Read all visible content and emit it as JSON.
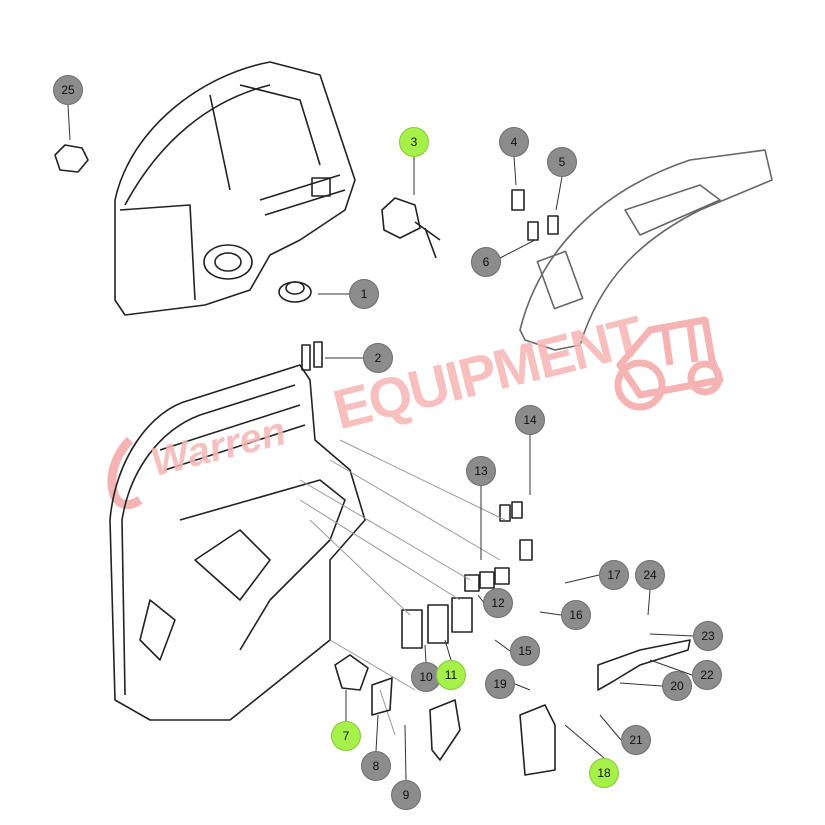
{
  "diagram": {
    "watermark": {
      "brand": "Warren",
      "word": "EQUIPMENT",
      "color": "#f4a9a9"
    },
    "callouts": [
      {
        "number": "25",
        "highlighted": false
      },
      {
        "number": "3",
        "highlighted": true
      },
      {
        "number": "4",
        "highlighted": false
      },
      {
        "number": "5",
        "highlighted": false
      },
      {
        "number": "6",
        "highlighted": false
      },
      {
        "number": "1",
        "highlighted": false
      },
      {
        "number": "2",
        "highlighted": false
      },
      {
        "number": "14",
        "highlighted": false
      },
      {
        "number": "13",
        "highlighted": false
      },
      {
        "number": "17",
        "highlighted": false
      },
      {
        "number": "24",
        "highlighted": false
      },
      {
        "number": "12",
        "highlighted": false
      },
      {
        "number": "16",
        "highlighted": false
      },
      {
        "number": "23",
        "highlighted": false
      },
      {
        "number": "15",
        "highlighted": false
      },
      {
        "number": "22",
        "highlighted": false
      },
      {
        "number": "10",
        "highlighted": false
      },
      {
        "number": "11",
        "highlighted": true
      },
      {
        "number": "19",
        "highlighted": false
      },
      {
        "number": "20",
        "highlighted": false
      },
      {
        "number": "7",
        "highlighted": true
      },
      {
        "number": "21",
        "highlighted": false
      },
      {
        "number": "8",
        "highlighted": false
      },
      {
        "number": "18",
        "highlighted": true
      },
      {
        "number": "9",
        "highlighted": false
      }
    ],
    "colors": {
      "callout": "#8c8c8c",
      "highlight": "#a6f04a",
      "line": "#222222"
    }
  }
}
